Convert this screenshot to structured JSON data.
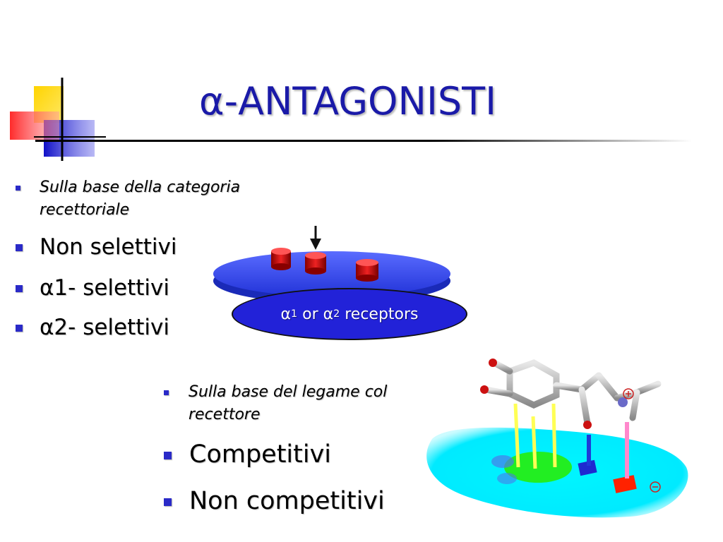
{
  "slide": {
    "title": "α-ANTAGONISTI",
    "section1": {
      "heading_line1": "Sulla base della categoria",
      "heading_line2": "recettoriale",
      "items": [
        "Non selettivi",
        "α1- selettivi",
        "α2- selettivi"
      ]
    },
    "receptor_diagram": {
      "label_alpha1": "α",
      "label_sub1": "1",
      "label_or": " or ",
      "label_alpha2": "α",
      "label_sub2": "2",
      "label_suffix": " receptors",
      "colors": {
        "disk": "#3a4ef0",
        "cylinders": "#cc1111",
        "label_bg": "#2222d8"
      }
    },
    "section2": {
      "heading_line1": "Sulla base del legame col",
      "heading_line2": "recettore",
      "items": [
        "Competitivi",
        "Non competitivi"
      ]
    },
    "molecule_diagram": {
      "icons": [
        "plus-charge-icon",
        "minus-charge-icon"
      ],
      "colors": {
        "surface": "#00f0ff",
        "binding_pad": "#22ee22",
        "site_blue": "#1f2ad0",
        "site_red": "#ff2200",
        "bond_yellow": "#ffff55",
        "bond_pink": "#ff88cc"
      }
    },
    "colors": {
      "title": "#1a1aa8",
      "bullet": "#2a2ac8"
    }
  }
}
